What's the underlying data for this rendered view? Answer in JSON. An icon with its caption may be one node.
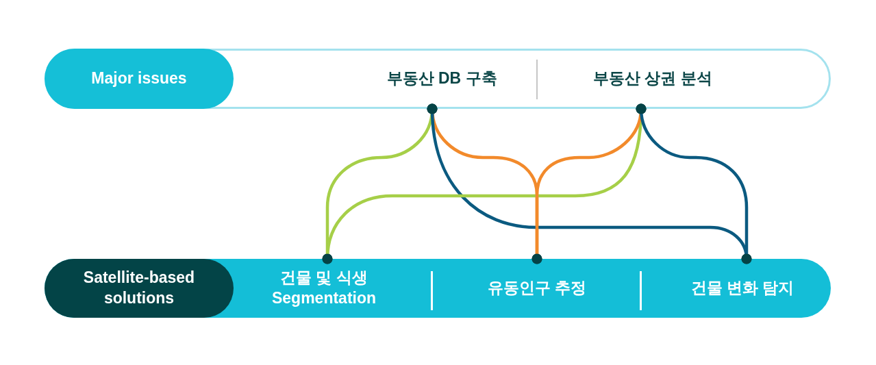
{
  "diagram": {
    "nodes": [
      {
        "text": [],
        "shape": "box"
      },
      {
        "text": [
          "Major issues"
        ],
        "in": 0
      },
      {
        "text": [
          "부동산 DB 구축"
        ],
        "in": 0
      },
      {
        "text": [
          "부동산 상권 분석"
        ],
        "in": 0
      },
      {
        "text": [],
        "shape": "box"
      },
      {
        "text": [
          "Satellite-based solutions"
        ],
        "in": 4
      },
      {
        "text": [
          "건물 및 식생 Segmentation"
        ],
        "in": 4
      },
      {
        "text": [
          "유동인구 추정"
        ],
        "in": 4
      },
      {
        "text": [
          "건물 변화 탐지"
        ],
        "in": 4
      }
    ],
    "edges": [
      {
        "from": 2,
        "to": 6,
        "arrow": "other",
        "color": "#a6cf48"
      },
      {
        "from": 2,
        "to": 7,
        "arrow": "other",
        "color": "#f28a2b"
      },
      {
        "from": 2,
        "to": 8,
        "arrow": "other",
        "color": "#0b5a80"
      },
      {
        "from": 3,
        "to": 6,
        "arrow": "other",
        "color": "#a6cf48"
      },
      {
        "from": 3,
        "to": 7,
        "arrow": "other",
        "color": "#f28a2b"
      },
      {
        "from": 3,
        "to": 8,
        "arrow": "other",
        "color": "#0b5a80"
      }
    ]
  }
}
